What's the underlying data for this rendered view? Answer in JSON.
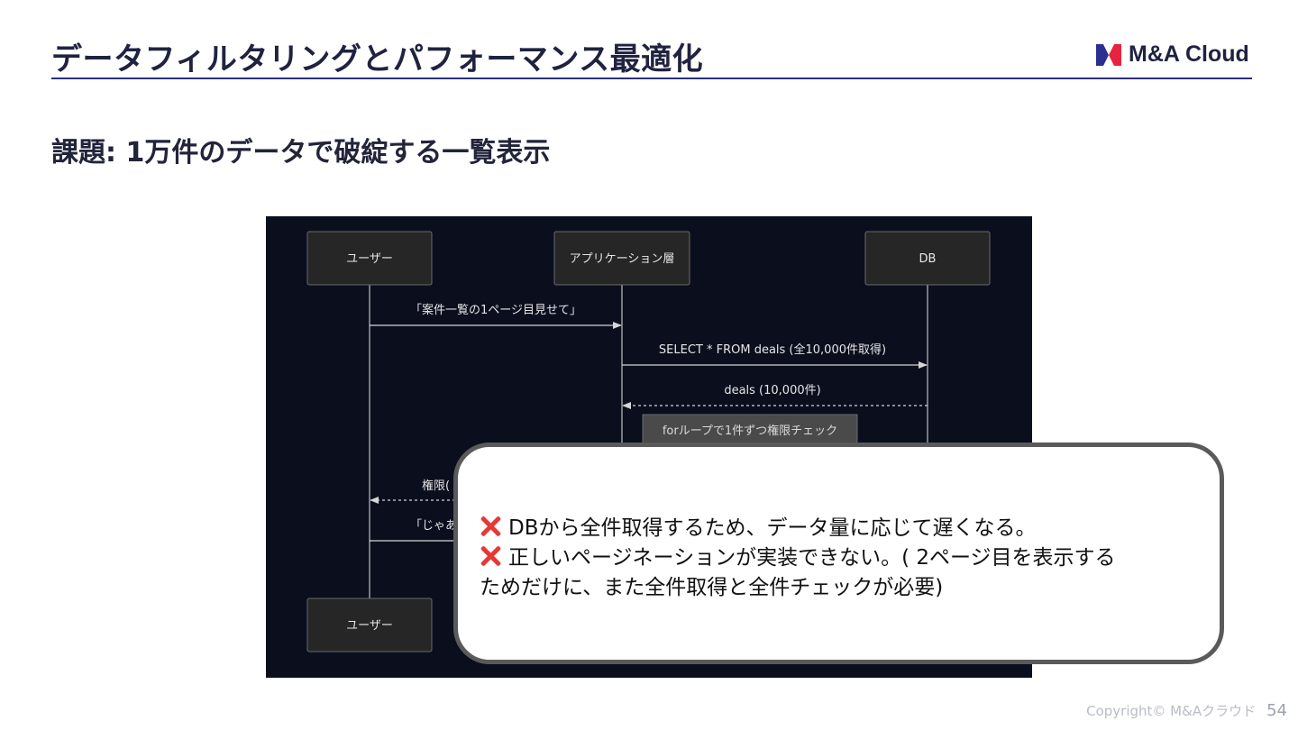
{
  "header": {
    "title": "データフィルタリングとパフォーマンス最適化",
    "logo_text": "M&A Cloud",
    "brand_colors": {
      "logo_left": "#2b2f8f",
      "logo_right": "#e8233d"
    }
  },
  "subtitle": "課題: 1万件のデータで破綻する一覧表示",
  "diagram": {
    "participants": {
      "user_top": "ユーザー",
      "app_top": "アプリケーション層",
      "db_top": "DB",
      "user_bottom": "ユーザー"
    },
    "messages": {
      "m1": "「案件一覧の1ページ目見せて」",
      "m2": "SELECT * FROM deals (全10,000件取得)",
      "m3": "deals (10,000件)",
      "note": "forループで1件ずつ権限チェック",
      "m4_partial": "権限(",
      "m5_partial": "「じゃあ"
    }
  },
  "callout": {
    "line1": "DBから全件取得するため、データ量に応じて遅くなる。",
    "line2": "正しいページネーションが実装できない。( 2ページ目を表示する",
    "line3": "ためだけに、また全件取得と全件チェックが必要)"
  },
  "footer": {
    "copyright": "Copyright© M&Aクラウド",
    "page_number": "54"
  }
}
